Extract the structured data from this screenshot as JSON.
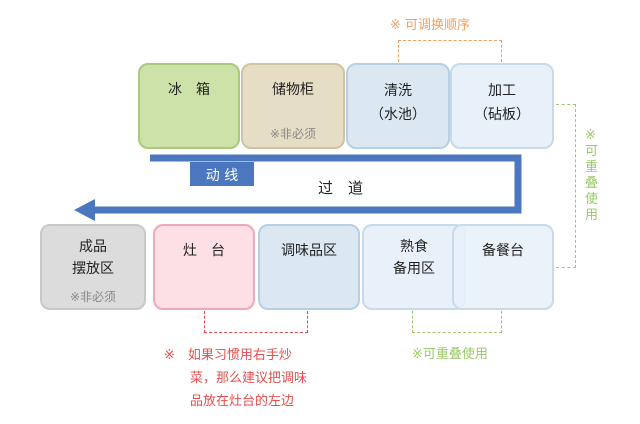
{
  "top_row": [
    {
      "id": "fridge",
      "label": "冰　箱",
      "note": ""
    },
    {
      "id": "cabinet",
      "label": "储物柜",
      "note": "※非必须"
    },
    {
      "id": "wash",
      "label": "清洗\n（水池）",
      "note": ""
    },
    {
      "id": "process",
      "label": "加工\n（砧板）",
      "note": ""
    }
  ],
  "bottom_row": [
    {
      "id": "finished",
      "label": "成品\n摆放区",
      "note": "※非必须"
    },
    {
      "id": "stove",
      "label": "灶　台",
      "note": ""
    },
    {
      "id": "seasoning",
      "label": "调味品区",
      "note": ""
    },
    {
      "id": "cooked",
      "label": "熟食\n备用区",
      "note": ""
    },
    {
      "id": "serve",
      "label": "备餐台",
      "note": ""
    }
  ],
  "flow": {
    "tag": "动 线",
    "center": "过　道"
  },
  "notes": {
    "swap": "※ 可调换顺序",
    "overlap_vertical": "※\n可\n重\n叠\n使\n用",
    "overlap_bottom": "※可重叠使用",
    "tip_line1": "※　如果习惯用右手炒",
    "tip_line2": "菜，那么建议把调味",
    "tip_line3": "品放在灶台的左边"
  },
  "colors": {
    "orange": "#f0a060",
    "green": "#9bc86a",
    "red": "#e05050",
    "arrow": "#4a77bf"
  }
}
